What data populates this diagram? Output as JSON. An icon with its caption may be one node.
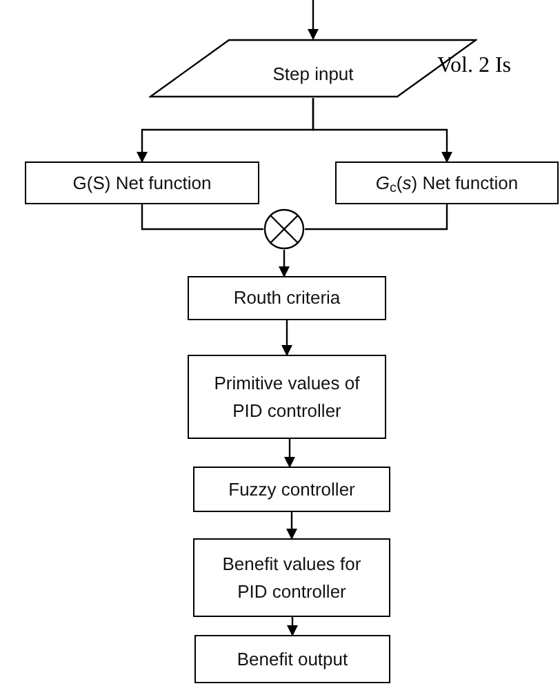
{
  "diagram": {
    "nodes": [
      {
        "text": [
          "Step input"
        ]
      },
      {
        "text": [
          "G(S) Net function"
        ]
      },
      {
        "text": [
          "*G*$_{c}$(*s*) Net function"
        ]
      },
      {
        "text": [],
        "shape": "circle"
      },
      {
        "text": [
          "Routh criteria"
        ]
      },
      {
        "text": [
          "Primitive values of PID controller"
        ]
      },
      {
        "text": [
          "Fuzzy controller"
        ]
      },
      {
        "text": [
          "Benefit values for PID controller"
        ]
      },
      {
        "text": [
          "Benefit output"
        ]
      }
    ],
    "edges": [
      {
        "from": null,
        "to": 0,
        "arrow": "to"
      },
      {
        "from": 0,
        "to": 1,
        "arrow": "to"
      },
      {
        "from": 0,
        "to": 2,
        "arrow": "to"
      },
      {
        "from": 1,
        "to": 3,
        "arrow": "none"
      },
      {
        "from": 2,
        "to": 3,
        "arrow": "none"
      },
      {
        "from": 3,
        "to": 4,
        "arrow": "to"
      },
      {
        "from": 4,
        "to": 5,
        "arrow": "to"
      },
      {
        "from": 5,
        "to": 6,
        "arrow": "to"
      },
      {
        "from": 6,
        "to": 7,
        "arrow": "to"
      },
      {
        "from": 7,
        "to": 8,
        "arrow": "to"
      }
    ],
    "labels": [
      "Vol. 2 Is"
    ]
  }
}
